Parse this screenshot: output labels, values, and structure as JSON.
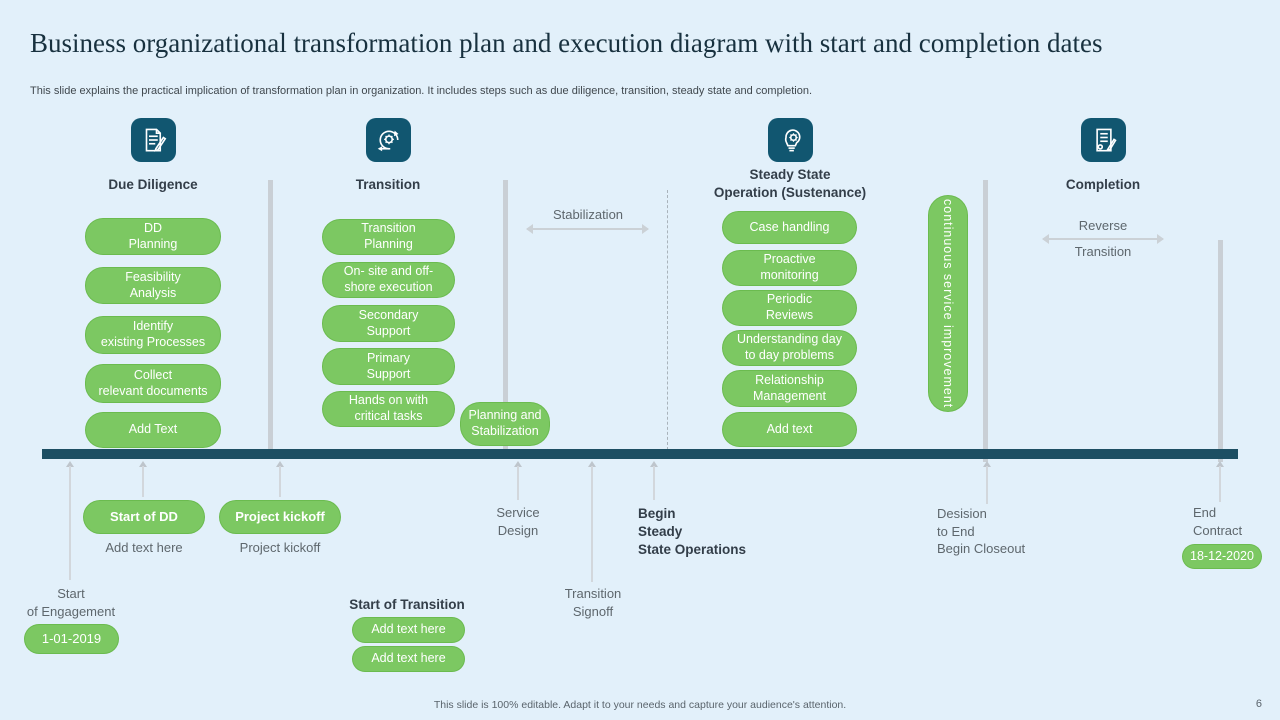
{
  "title": "Business organizational transformation plan and execution diagram with start and completion dates",
  "subtitle": "This slide explains the practical implication of transformation plan in organization. It includes steps such as due diligence, transition, steady state and completion.",
  "footer": {
    "note": "This slide is 100% editable. Adapt it to your needs and capture your audience's attention.",
    "page": "6"
  },
  "colors": {
    "background": "#E2F0FA",
    "pill_green": "#7CC862",
    "icon_teal": "#115670",
    "timeline_teal": "#1D4F63",
    "divider_gray": "#C9CFD5",
    "label_gray": "#5E676D",
    "dark_text": "#333E49"
  },
  "phases": [
    {
      "name": "Due Diligence",
      "icon": "document-pen-icon",
      "items": [
        "DD\nPlanning",
        "Feasibility\nAnalysis",
        "Identify\nexisting Processes",
        "Collect\nrelevant documents",
        "Add Text"
      ]
    },
    {
      "name": "Transition",
      "icon": "agile-cycle-icon",
      "items": [
        "Transition\nPlanning",
        "On- site and off-\nshore execution",
        "Secondary\nSupport",
        "Primary\nSupport",
        "Hands on with\ncritical tasks"
      ]
    },
    {
      "name": "Steady State\nOperation (Sustenance)",
      "icon": "bulb-gear-icon",
      "items": [
        "Case handling",
        "Proactive\nmonitoring",
        "Periodic\nReviews",
        "Understanding day\nto day problems",
        "Relationship\nManagement",
        "Add text"
      ]
    },
    {
      "name": "Completion",
      "icon": "contract-icon",
      "items": []
    }
  ],
  "floating": {
    "planning_stabilization": "Planning and\nStabilization",
    "continuous_improvement": "continuous service improvement",
    "stabilization": "Stabilization",
    "reverse": "Reverse",
    "reverse_transition": "Transition"
  },
  "milestones": {
    "start_engagement": {
      "label": "Start\nof Engagement",
      "date": "1-01-2019"
    },
    "start_dd": {
      "pill": "Start of DD",
      "sub": "Add text here"
    },
    "project_kickoff": {
      "pill": "Project kickoff",
      "sub": "Project kickoff"
    },
    "service_design": "Service\nDesign",
    "transition_signoff": "Transition\nSignoff",
    "begin_steady": "Begin\nSteady\nState Operations",
    "start_transition": {
      "label": "Start of Transition",
      "pill1": "Add text here",
      "pill2": "Add text here"
    },
    "decision_end": "Desision\nto End\nBegin Closeout",
    "end_contract": {
      "label": "End\nContract",
      "date": "18-12-2020"
    }
  }
}
